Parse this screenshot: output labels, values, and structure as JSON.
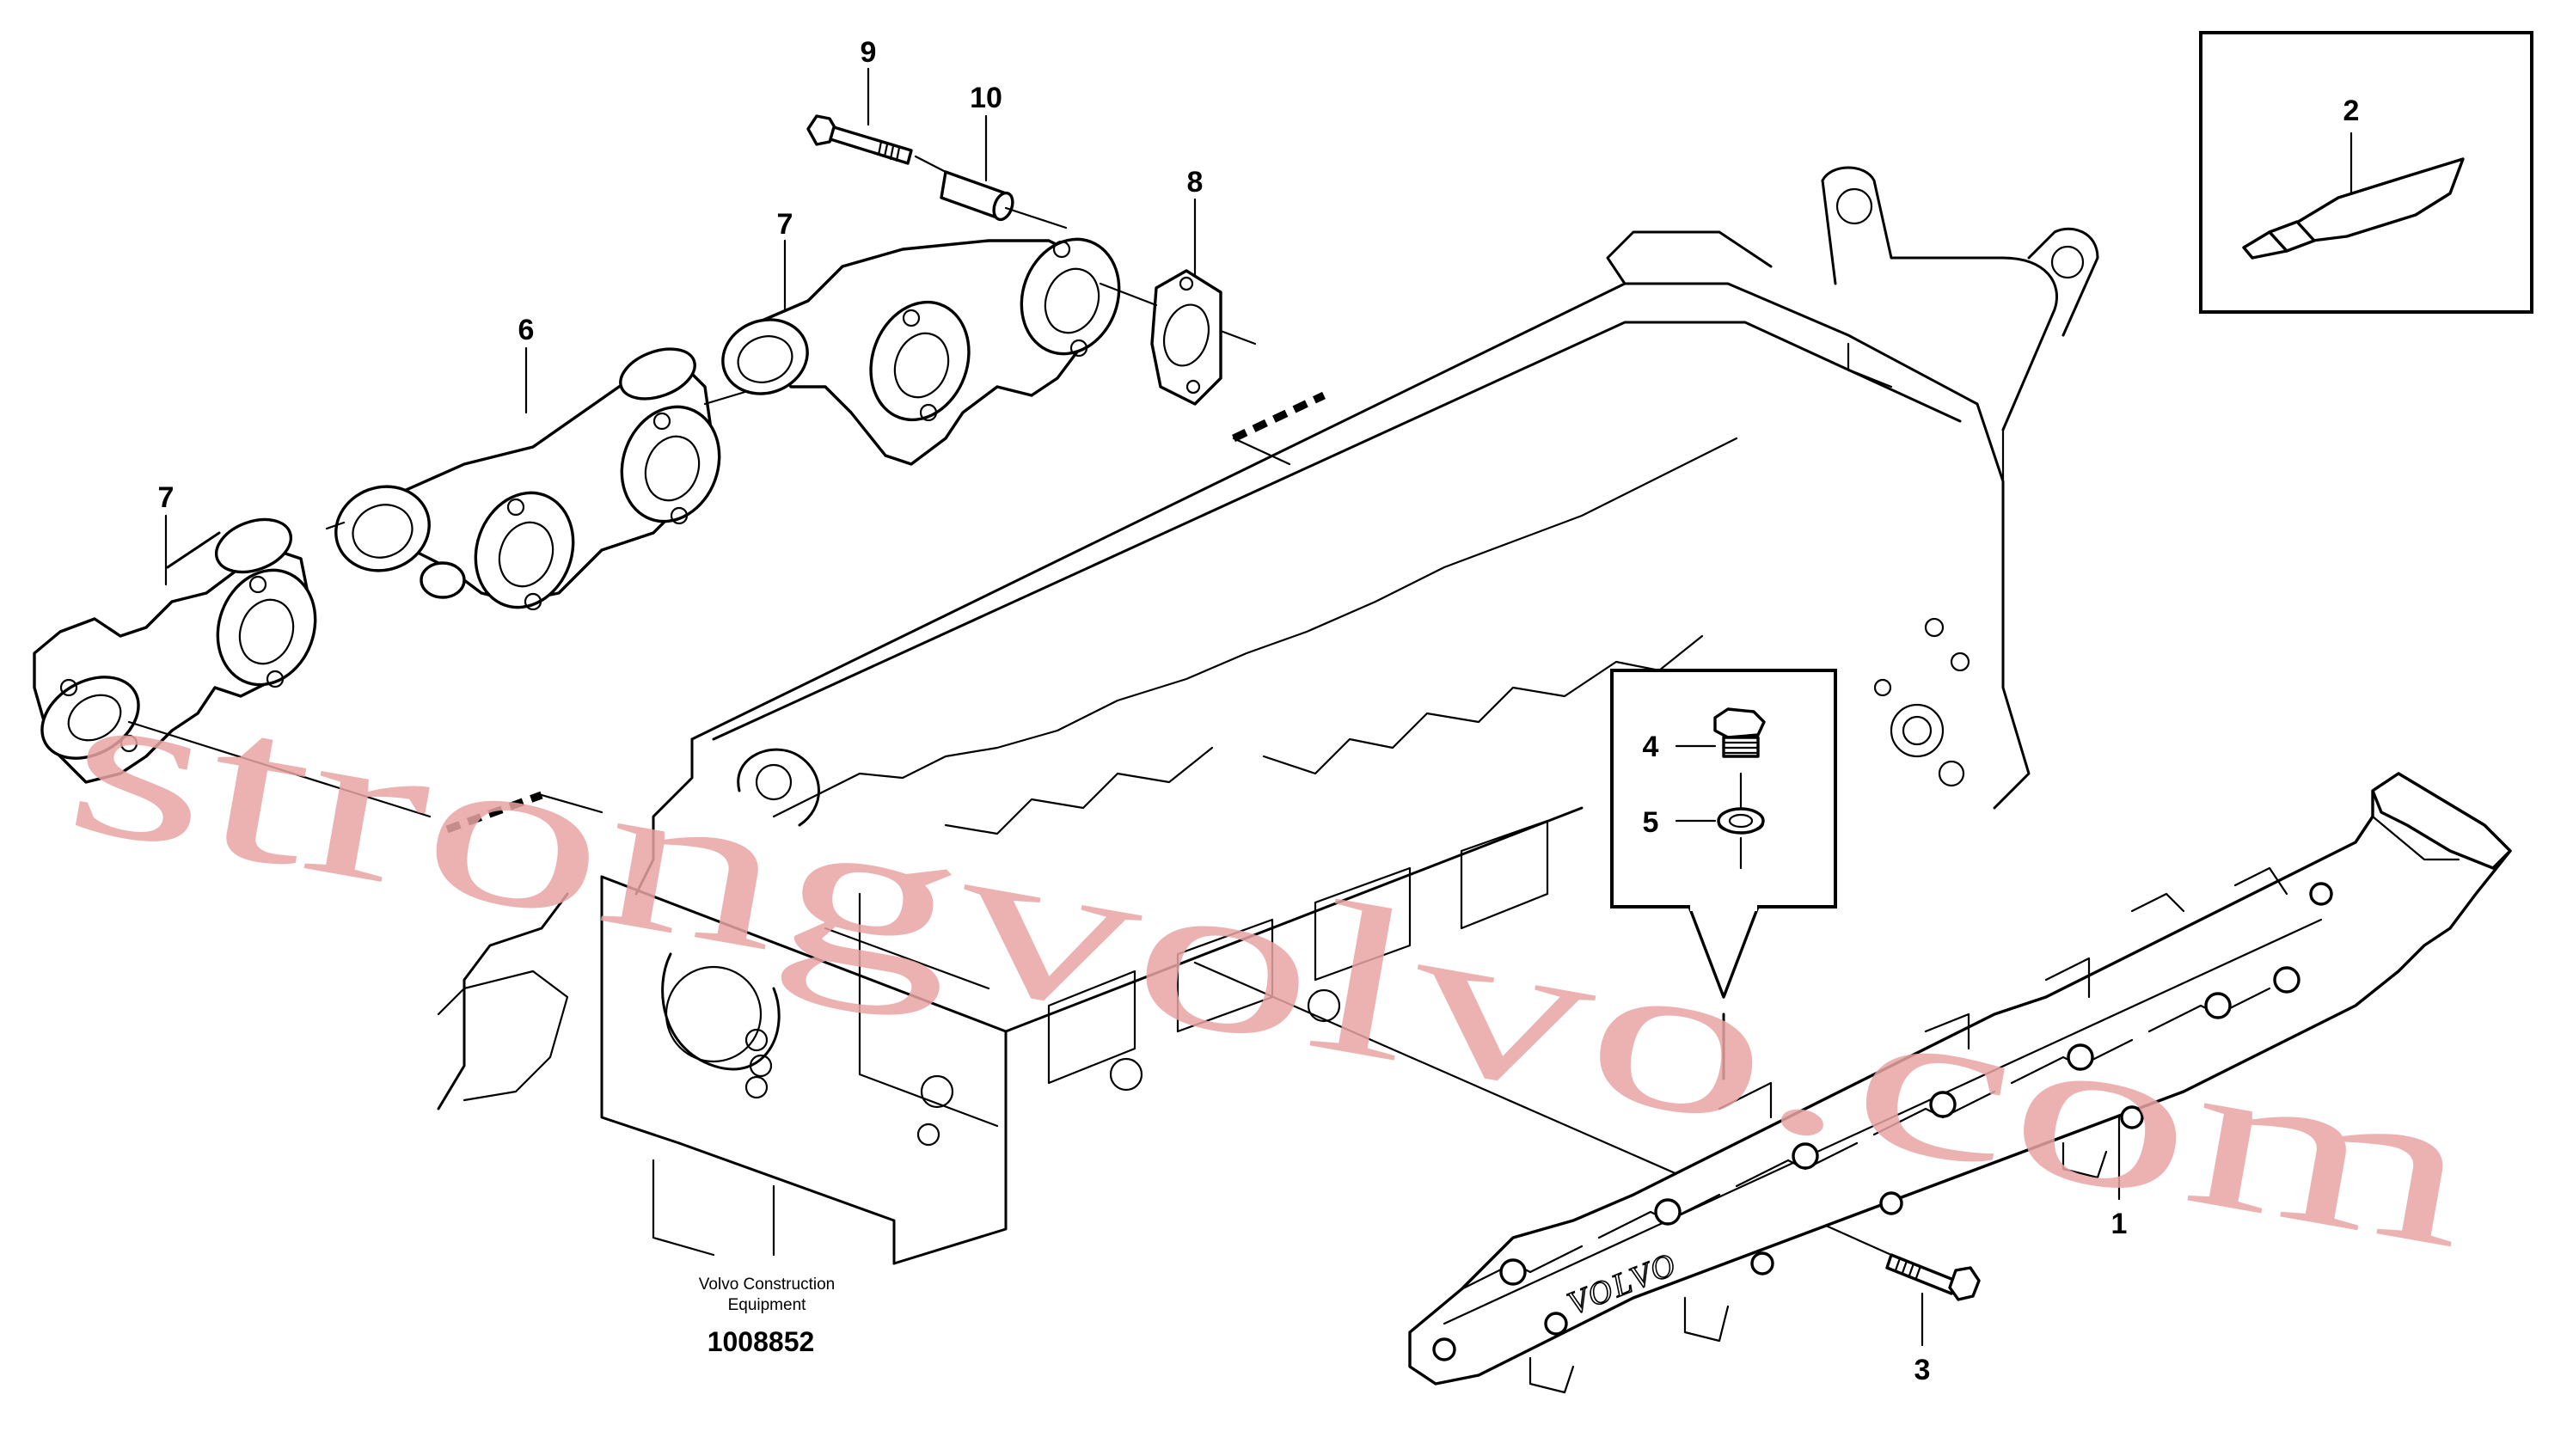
{
  "callouts": {
    "c1": "1",
    "c2": "2",
    "c3": "3",
    "c4": "4",
    "c5": "5",
    "c6": "6",
    "c7a": "7",
    "c7b": "7",
    "c8": "8",
    "c9": "9",
    "c10": "10"
  },
  "caption": {
    "line1": "Volvo Construction",
    "line2": "Equipment",
    "figure_number": "1008852"
  },
  "cast_text": "VOLVO",
  "watermark": "strongvolvo.com",
  "colors": {
    "line": "#000000",
    "background": "#ffffff",
    "watermark": "#e9a5a5"
  }
}
